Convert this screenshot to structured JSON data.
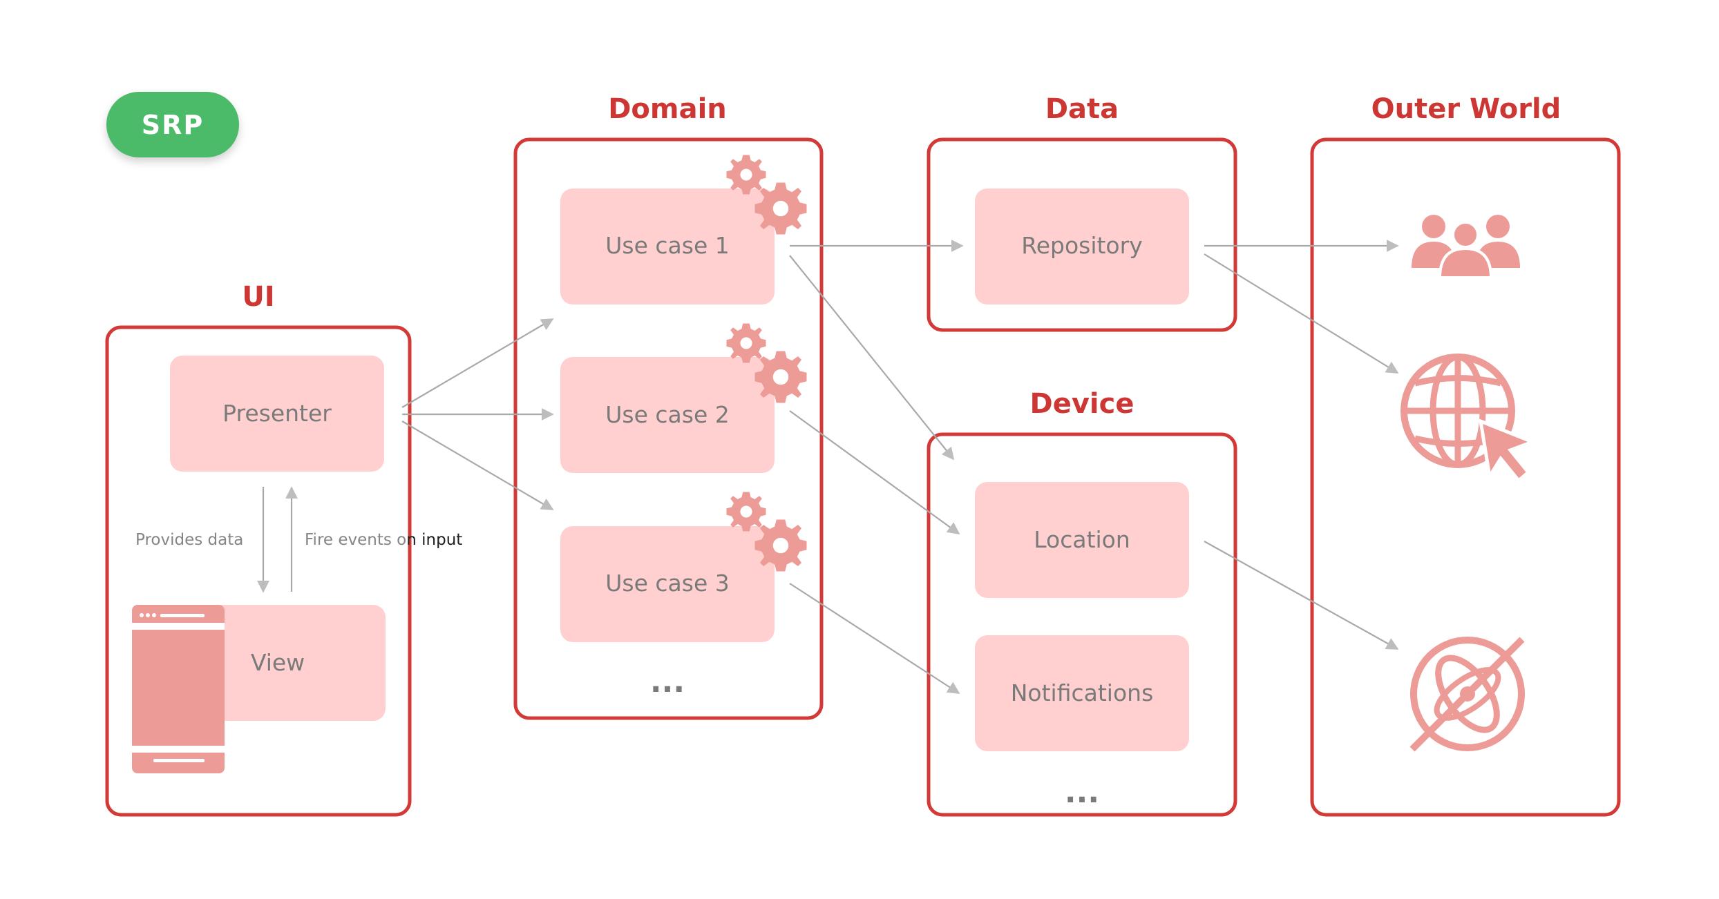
{
  "badge": {
    "label": "SRP",
    "color": "#4cbb69"
  },
  "groups": {
    "ui": {
      "title": "UI"
    },
    "domain": {
      "title": "Domain"
    },
    "data": {
      "title": "Data"
    },
    "device": {
      "title": "Device"
    },
    "outer_world": {
      "title": "Outer World"
    }
  },
  "nodes": {
    "presenter": "Presenter",
    "view": "View",
    "use_case_1": "Use case 1",
    "use_case_2": "Use case 2",
    "use_case_3": "Use case 3",
    "repository": "Repository",
    "location": "Location",
    "notifications": "Notifications"
  },
  "edge_labels": {
    "provides_data": "Provides data",
    "fire_events_part1": "Fire events o",
    "fire_events_part2": "n input"
  },
  "ellipsis": {
    "domain": "...",
    "device": "..."
  },
  "icons": {
    "gear": "gear-icon",
    "phone": "phone-icon",
    "users": "users-icon",
    "web": "globe-cursor-icon",
    "system": "atom-globe-icon"
  },
  "colors": {
    "group_border": "#d23a37",
    "group_title": "#cc3633",
    "node_fill": "#ffd0cf",
    "icon_fill": "#ec9b97",
    "arrow": "#a9a9a9"
  }
}
